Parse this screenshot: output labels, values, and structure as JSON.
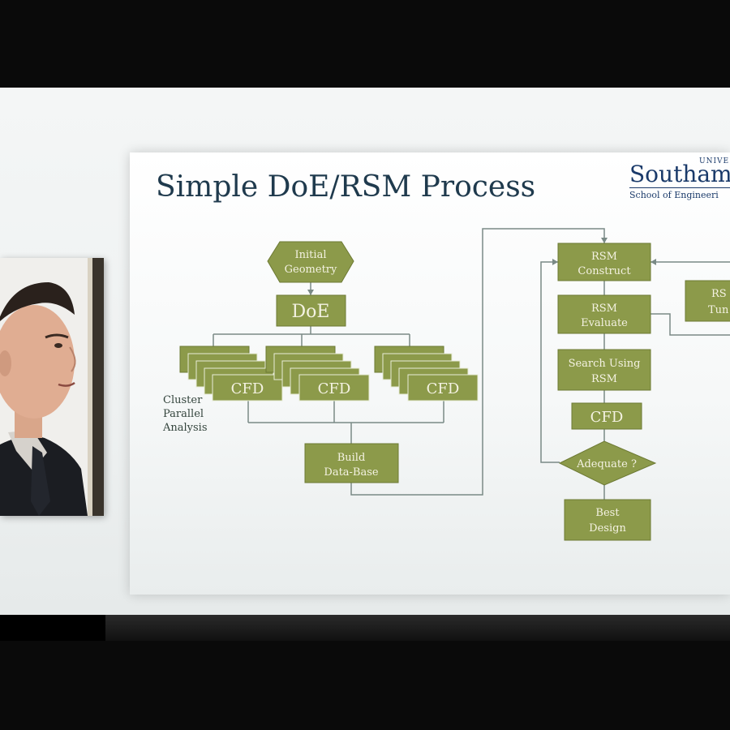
{
  "slide": {
    "title": "Simple DoE/RSM Process",
    "logo": {
      "name": "Southam",
      "top_word": "UNIVE",
      "school": "School of Engineeri"
    }
  },
  "diagram": {
    "nodes": {
      "initial_geometry": [
        "Initial",
        "Geometry"
      ],
      "doe": "DoE",
      "cfd": "CFD",
      "cluster_label": [
        "Cluster",
        "Parallel",
        "Analysis"
      ],
      "build_database": [
        "Build",
        "Data-Base"
      ],
      "rsm_construct": [
        "RSM",
        "Construct"
      ],
      "rsm_evaluate": [
        "RSM",
        "Evaluate"
      ],
      "search_using_rsm": [
        "Search Using",
        "RSM"
      ],
      "cfd_single": "CFD",
      "adequate": "Adequate ?",
      "best_design": [
        "Best",
        "Design"
      ],
      "rsm_tune": [
        "RS",
        "Tun"
      ]
    }
  },
  "colors": {
    "box_fill": "#8c9a4a",
    "box_stroke": "#6d7a34",
    "box_text": "#f4f2e2",
    "line": "#7a8a86",
    "title": "#1f3a4d"
  }
}
